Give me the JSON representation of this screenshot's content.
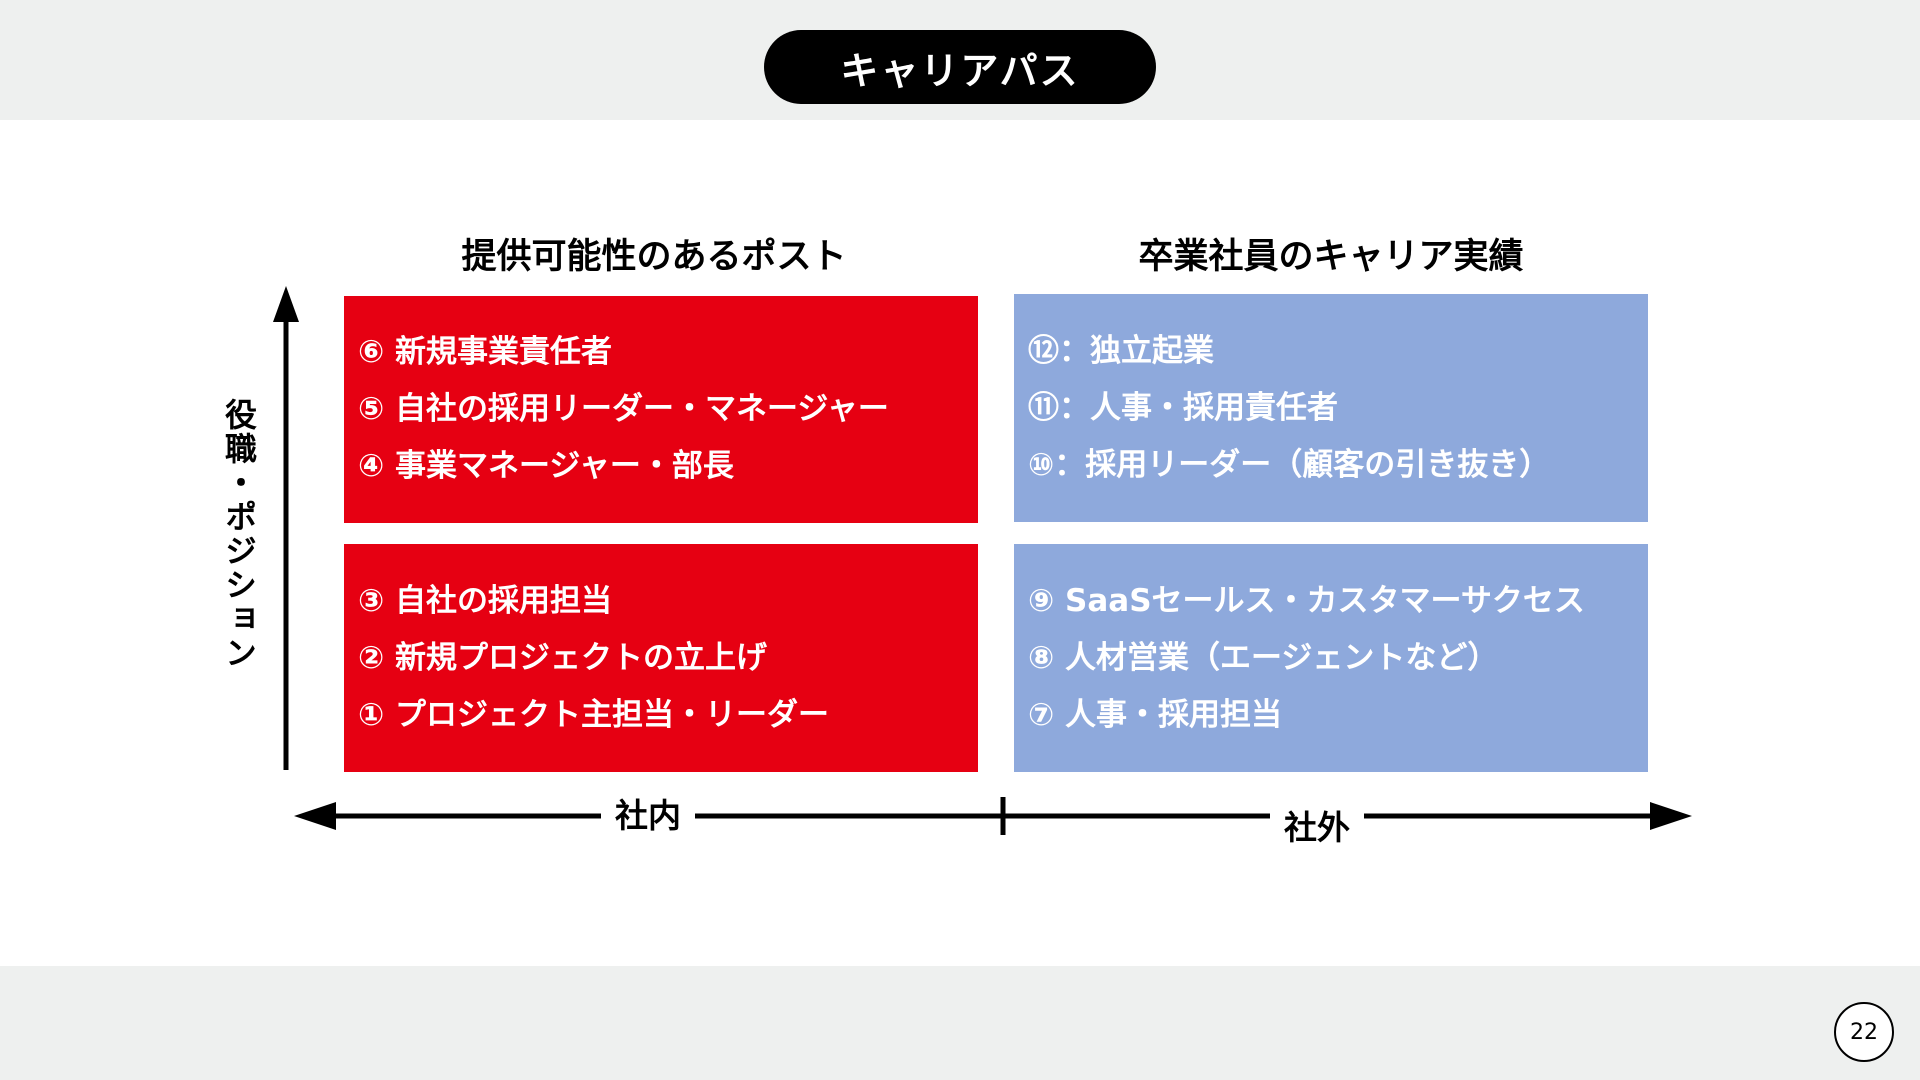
{
  "slide": {
    "title": "キャリアパス",
    "page_number": "22"
  },
  "headings": {
    "left": "提供可能性のあるポスト",
    "right": "卒業社員のキャリア実績"
  },
  "axes": {
    "y_label": "役職・ポジション",
    "x_left_label": "社内",
    "x_right_label": "社外"
  },
  "boxes": {
    "internal_upper": {
      "color": "#e60012",
      "items": [
        "⑥ 新規事業責任者",
        "⑤ 自社の採用リーダー・マネージャー",
        "④ 事業マネージャー・部長"
      ]
    },
    "internal_lower": {
      "color": "#e60012",
      "items": [
        "③ 自社の採用担当",
        "② 新規プロジェクトの立上げ",
        "① プロジェクト主担当・リーダー"
      ]
    },
    "external_upper": {
      "color": "#8ea9dc",
      "items": [
        "⑫：独立起業",
        "⑪：人事・採用責任者",
        "⑩：採用リーダー（顧客の引き抜き）"
      ]
    },
    "external_lower": {
      "color": "#8ea9dc",
      "items": [
        "⑨ SaaSセールス・カスタマーサクセス",
        "⑧ 人材営業（エージェントなど）",
        "⑦ 人事・採用担当"
      ]
    }
  }
}
